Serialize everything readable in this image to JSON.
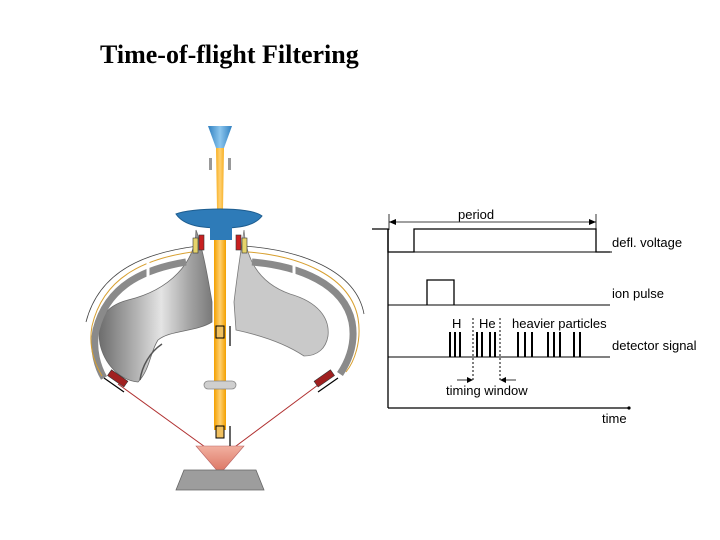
{
  "title": "Time-of-flight Filtering",
  "timing_diagram": {
    "period_label": "period",
    "traces": {
      "deflection_voltage": "defl. voltage",
      "ion_pulse": "ion pulse",
      "detector_signal": "detector signal"
    },
    "peak_labels": {
      "hydrogen": "H",
      "helium": "He",
      "heavier": "heavier particles"
    },
    "window_label": "timing window",
    "time_axis_label": "time"
  },
  "colors": {
    "beam": "#f5a800",
    "sample_cap": "#2e7bb8",
    "source_tip": "#4a9bd4",
    "vessel": "#9a9a9a",
    "laser": "#b03030",
    "cone": "#e89080"
  }
}
